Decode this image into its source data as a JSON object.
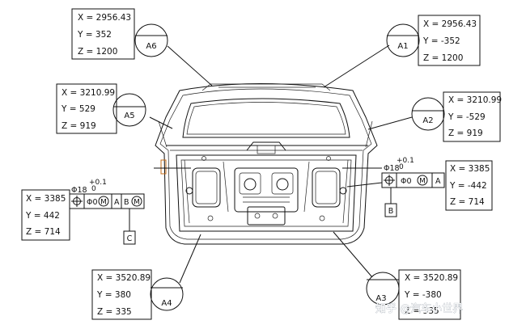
{
  "coord_boxes": {
    "a6": {
      "label": "A6",
      "x": "X = 2956.43",
      "y": "Y = 352",
      "z": "Z = 1200"
    },
    "a1": {
      "label": "A1",
      "x": "X = 2956.43",
      "y": "Y = -352",
      "z": "Z = 1200"
    },
    "a5": {
      "label": "A5",
      "x": "X = 3210.99",
      "y": "Y = 529",
      "z": "Z = 919"
    },
    "a2": {
      "label": "A2",
      "x": "X = 3210.99",
      "y": "Y = -529",
      "z": "Z = 919"
    },
    "left_hole": {
      "x": "X = 3385",
      "y": "Y = 442",
      "z": "Z = 714"
    },
    "right_hole": {
      "x": "X = 3385",
      "y": "Y = -442",
      "z": "Z = 714"
    },
    "a4": {
      "label": "A4",
      "x": "X = 3520.89",
      "y": "Y = 380",
      "z": "Z = 335"
    },
    "a3": {
      "label": "A3",
      "x": "X = 3520.89",
      "y": "Y = -380",
      "z": "Z = 335"
    }
  },
  "tolerance_left": {
    "tol_upper": "+0.1",
    "tol_lower": "0",
    "diameter": "Φ18",
    "position_symbol": "⌖",
    "zone": "Φ0",
    "modifier": "M",
    "datum_primary": "A",
    "datum_secondary": "B",
    "datum_secondary_modifier": "M",
    "datum_tag": "C"
  },
  "tolerance_right": {
    "tol_upper": "+0.1",
    "tol_lower": "0",
    "diameter": "Φ18",
    "position_symbol": "⌖",
    "zone": "Φ0",
    "modifier": "M",
    "datum_primary": "A",
    "datum_tag": "B"
  },
  "watermark": "知乎 @汽车小世界"
}
